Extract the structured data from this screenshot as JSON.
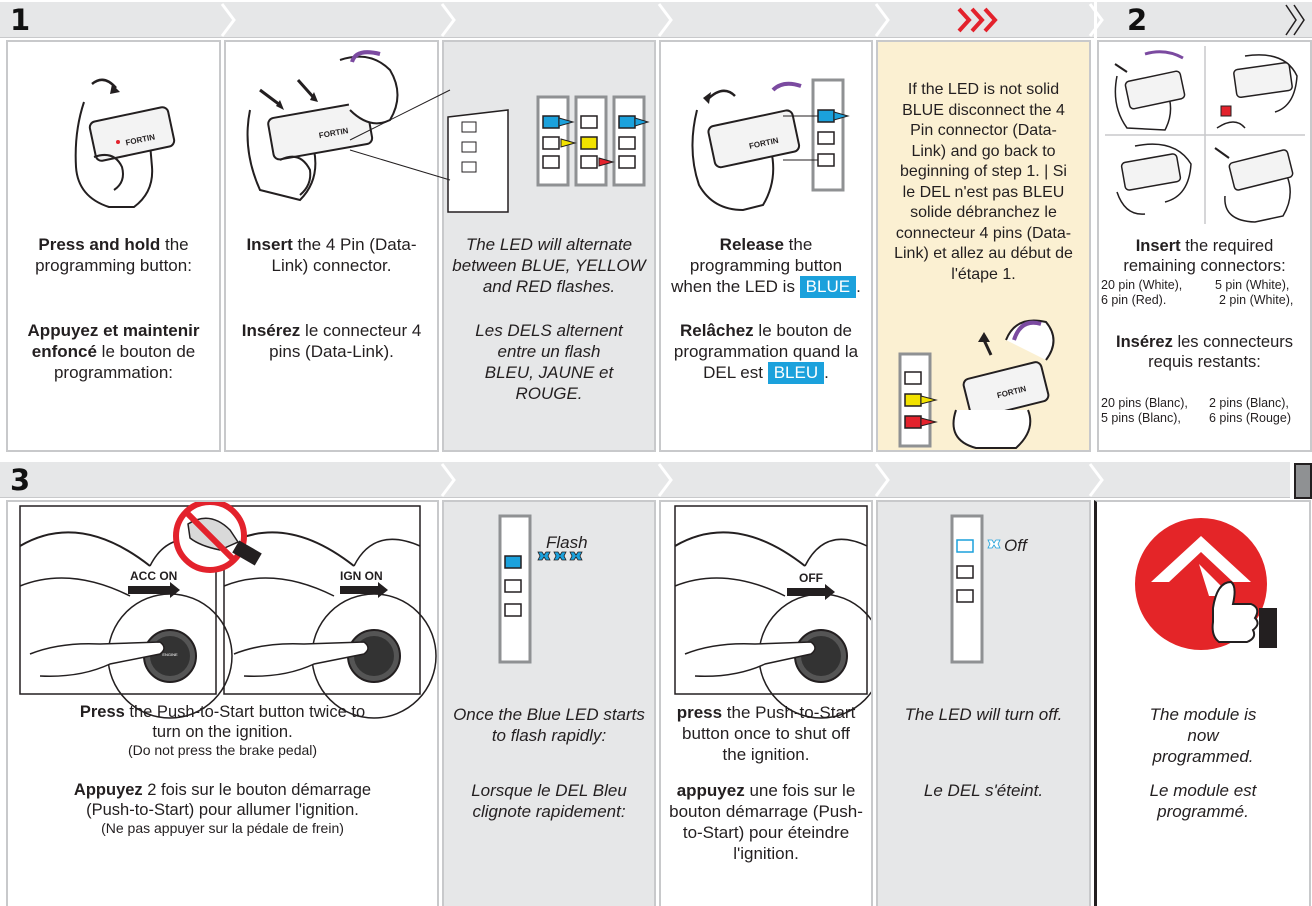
{
  "step1": {
    "number": "1",
    "panels": [
      {
        "bold_en": "Press and hold",
        "rest_en": " the programming button:",
        "bold_fr": "Appuyez et maintenir enfoncé",
        "rest_fr": " le bouton de programmation:"
      },
      {
        "bold_en": "Insert",
        "rest_en": " the 4 Pin (Data-Link) connector.",
        "bold_fr": "Insérez",
        "rest_fr": " le connecteur 4 pins (Data-Link)."
      },
      {
        "text_en": "The LED will alternate between BLUE, YELLOW and RED flashes.",
        "text_fr": "Les DELS alternent entre un flash BLEU, JAUNE et ROUGE."
      },
      {
        "bold_en": "Release",
        "rest_en": " the programming button when the LED is ",
        "tag_en": "BLUE",
        "end_en": ".",
        "bold_fr": "Relâchez",
        "rest_fr": " le bouton de programmation quand la DEL est ",
        "tag_fr": "BLEU",
        "end_fr": "."
      },
      {
        "warning": "If the LED is not solid BLUE disconnect the 4 Pin connector (Data-Link) and go back to beginning of step 1. | Si le DEL n'est pas BLEU solide débranchez le connecteur 4 pins (Data-Link) et allez au début de l'étape 1."
      }
    ]
  },
  "step2": {
    "number": "2",
    "bold_en": "Insert",
    "rest_en": " the required remaining connectors:",
    "items_en": [
      "20 pin (White),",
      "5 pin (White),",
      "6 pin (Red).",
      "2 pin (White),"
    ],
    "bold_fr": "Insérez",
    "rest_fr": " les connecteurs requis restants:",
    "items_fr": [
      "20 pins (Blanc),",
      "2 pins (Blanc),",
      "5 pins (Blanc),",
      "6 pins (Rouge)"
    ]
  },
  "step3": {
    "number": "3",
    "labels": {
      "acc": "ACC ON",
      "ign": "IGN ON",
      "off": "OFF",
      "flash": "Flash",
      "off_label": "Off",
      "engine_btn": "ENGINE START STOP"
    },
    "panels": [
      {
        "bold_en": "Press",
        "rest_en": " the Push-to-Start button twice to turn on the ignition.",
        "note_en": "(Do not press the brake pedal)",
        "bold_fr": "Appuyez",
        "rest_fr": " 2 fois sur le bouton démarrage (Push-to-Start) pour allumer l'ignition.",
        "note_fr": "(Ne pas appuyer sur la pédale de frein)"
      },
      {
        "text_en": "Once the Blue LED starts to flash rapidly:",
        "text_fr": "Lorsque le DEL Bleu clignote rapidement:"
      },
      {
        "bold_en": "press",
        "rest_en": " the Push-to-Start button once to shut off the ignition.",
        "bold_fr": "appuyez",
        "rest_fr": " une fois sur le bouton démarrage (Push-to-Start) pour éteindre l'ignition."
      },
      {
        "text_en": "The LED will turn off.",
        "text_fr": "Le DEL s'éteint."
      },
      {
        "text_en": "The module is now programmed.",
        "text_fr": "Le module est programmé."
      }
    ]
  },
  "brand": {
    "logo_text": "FORTIN"
  },
  "colors": {
    "blue_led": "#1ba1dc",
    "yellow_led": "#f2e200",
    "red_led": "#e3222c",
    "header": "#e6e7e8",
    "warning_bg": "#fbf0d2",
    "warning_chevrons": "#e3222c",
    "logo_red": "#e42528"
  }
}
